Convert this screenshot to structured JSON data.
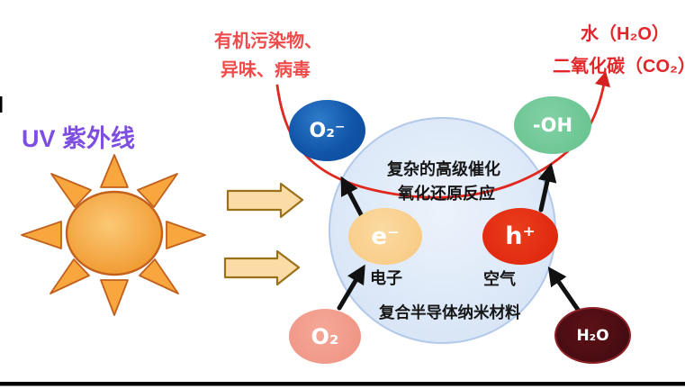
{
  "diagram": {
    "uv_label": "UV 紫外线",
    "pollutants": {
      "line1": "有机污染物、",
      "line2": "异味、病毒"
    },
    "products": {
      "line1": "水（H₂O）",
      "line2": "二氧化碳（CO₂）"
    },
    "reaction": {
      "line1": "复杂的高级催化",
      "line2": "氧化还原反应"
    },
    "nodes": {
      "superoxide": "O₂⁻",
      "hydroxyl": "-OH",
      "electron": "e⁻",
      "hole": "h⁺",
      "oxygen": "O₂",
      "water": "H₂O"
    },
    "node_labels": {
      "electron": "电子",
      "air": "空气",
      "material": "复合半导体纳米材料"
    },
    "icons": {
      "sun": "sun-icon",
      "uv_beam": "right-block-arrow",
      "reaction_path": "red-curved-arrow",
      "transfer": "black-arrow"
    },
    "colors": {
      "uv_text": "#7d4ee0",
      "pollutant_text": "#f04b4b",
      "product_text": "#e2262a",
      "red_arrow": "#e0281e",
      "sun_fill": "#f6a33c",
      "sun_stroke": "#c2601c",
      "block_arrow_fill": "#fbdca7",
      "block_arrow_stroke": "#9a7119",
      "big_circle_fill": "#dde9f8",
      "big_circle_stroke": "#b3c9e9",
      "superoxide_fill": "#0d52a5",
      "hydroxyl_fill": "#6ec795",
      "electron_fill": "#f8cd8c",
      "hole_fill": "#e3290f",
      "oxygen_fill": "#f19a8b",
      "water_fill": "#440c12",
      "black_arrow": "#111111"
    }
  }
}
